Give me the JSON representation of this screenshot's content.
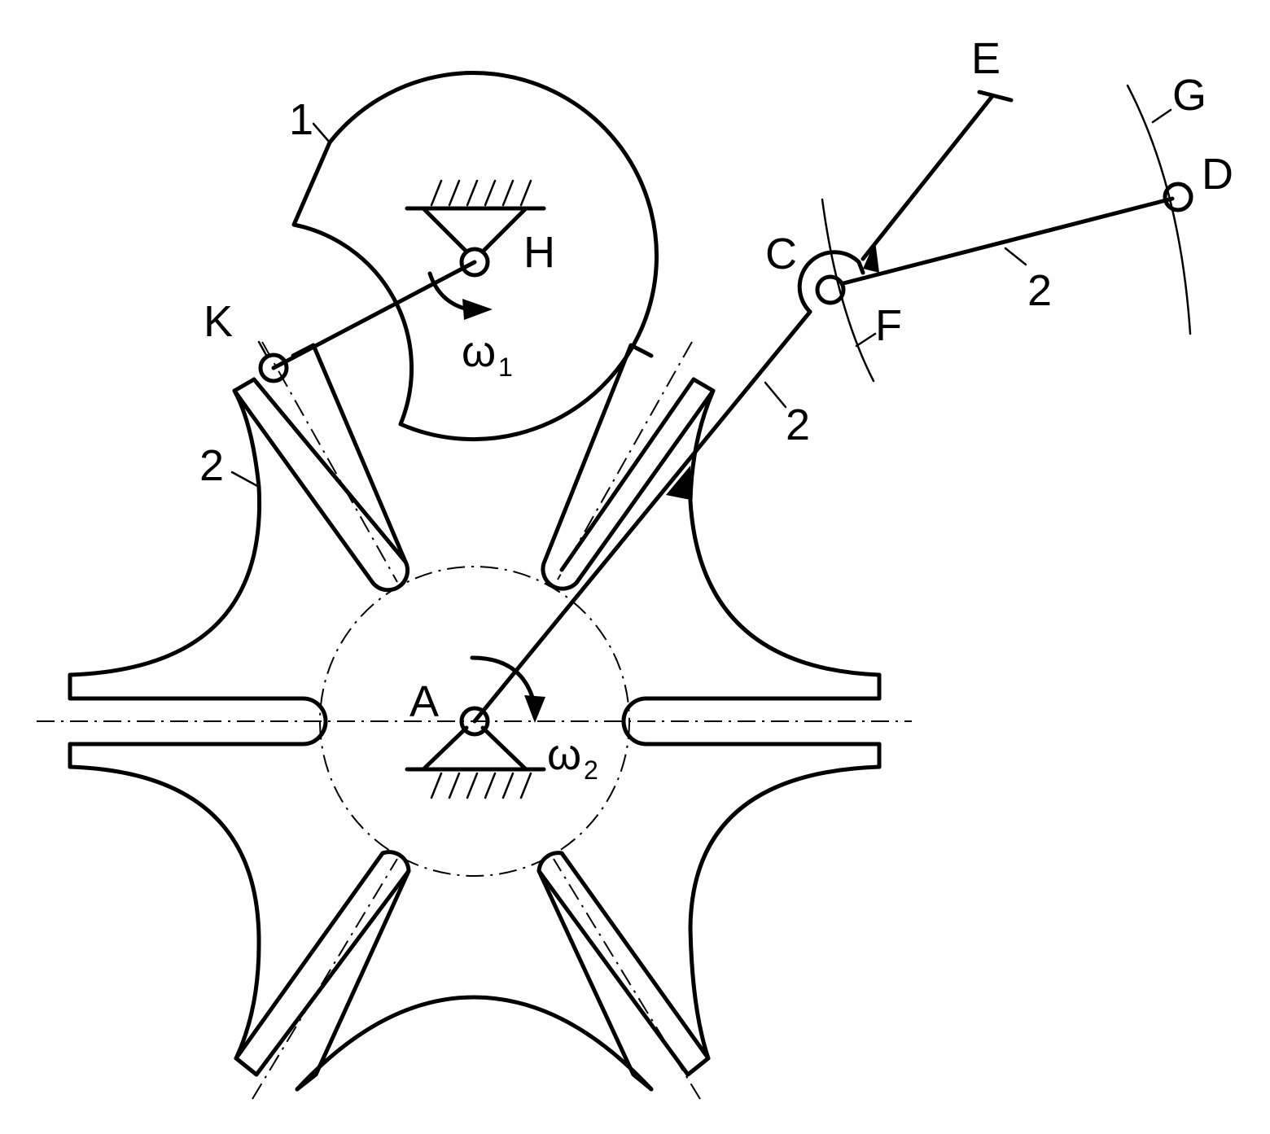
{
  "labels": {
    "point_k": "K",
    "point_h": "H",
    "point_a": "A",
    "point_c": "C",
    "point_d": "D",
    "point_e": "E",
    "point_f": "F",
    "point_g": "G",
    "link_1": "1",
    "link_2_wheel": "2",
    "link_2_arm": "2",
    "link_2_rod": "2",
    "omega_symbol": "ω",
    "omega1_sub": "1",
    "omega2_sub": "2"
  },
  "colors": {
    "ink": "#000000",
    "background": "#ffffff"
  }
}
